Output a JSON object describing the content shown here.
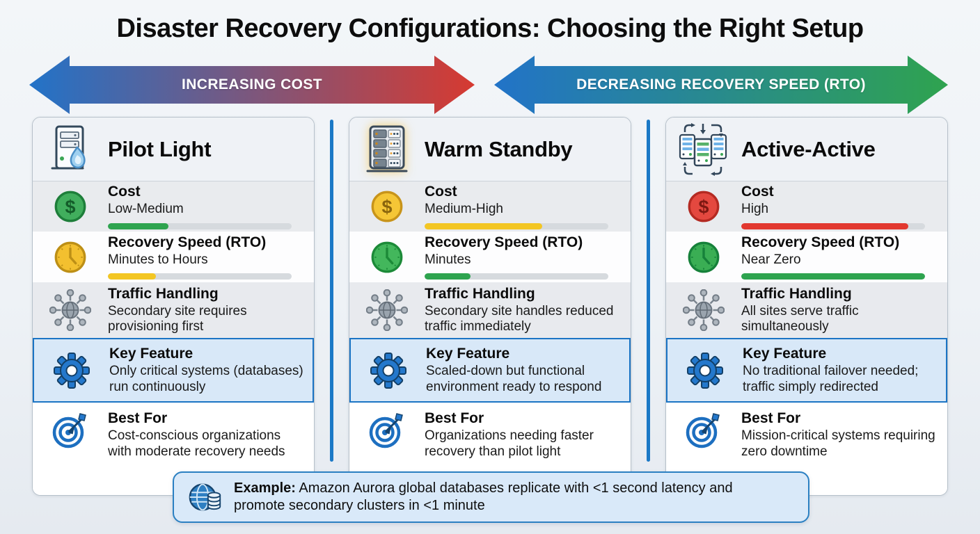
{
  "title": "Disaster Recovery Configurations: Choosing the Right Setup",
  "arrows": {
    "cost": {
      "label": "INCREASING COST",
      "color_start": "#2273c8",
      "color_end": "#d63a31"
    },
    "speed": {
      "label": "DECREASING RECOVERY SPEED (RTO)",
      "color_start": "#2273c8",
      "color_end": "#2fa34f"
    }
  },
  "columns": [
    {
      "title": "Pilot Light",
      "icon": "server-tower-flame-icon",
      "cost": {
        "label": "Cost",
        "value": "Low-Medium",
        "bar_percent": 33,
        "bar_color": "#2ea44f",
        "icon_fill": "#41ae5d",
        "icon_stroke": "#1e7e3a",
        "icon_symbol": "#135c29"
      },
      "recovery": {
        "label": "Recovery Speed (RTO)",
        "value": "Minutes to Hours",
        "bar_percent": 26,
        "bar_color": "#f3c623",
        "icon_fill": "#f3c02f",
        "icon_stroke": "#bd8f16"
      },
      "traffic": {
        "label": "Traffic Handling",
        "value": "Secondary site requires provisioning first"
      },
      "key_feature": {
        "label": "Key Feature",
        "value": "Only critical systems (databases) run continuously"
      },
      "best_for": {
        "label": "Best For",
        "value": "Cost-conscious organizations with moderate recovery needs"
      }
    },
    {
      "title": "Warm Standby",
      "icon": "server-rack-icon",
      "cost": {
        "label": "Cost",
        "value": "Medium-High",
        "bar_percent": 64,
        "bar_color": "#f3c623",
        "icon_fill": "#f5c636",
        "icon_stroke": "#c8941a",
        "icon_symbol": "#8a650d"
      },
      "recovery": {
        "label": "Recovery Speed (RTO)",
        "value": "Minutes",
        "bar_percent": 25,
        "bar_color": "#2ea44f",
        "icon_fill": "#43b75c",
        "icon_stroke": "#1c8a38"
      },
      "traffic": {
        "label": "Traffic Handling",
        "value": "Secondary site handles reduced traffic immediately"
      },
      "key_feature": {
        "label": "Key Feature",
        "value": "Scaled-down but functional environment ready to respond"
      },
      "best_for": {
        "label": "Best For",
        "value": "Organizations needing faster recovery than pilot light"
      }
    },
    {
      "title": "Active-Active",
      "icon": "multi-server-sync-icon",
      "cost": {
        "label": "Cost",
        "value": "High",
        "bar_percent": 91,
        "bar_color": "#e2382f",
        "icon_fill": "#e4483f",
        "icon_stroke": "#b42a22",
        "icon_symbol": "#7e1812"
      },
      "recovery": {
        "label": "Recovery Speed (RTO)",
        "value": "Near Zero",
        "bar_percent": 100,
        "bar_color": "#2ea44f",
        "icon_fill": "#3aae54",
        "icon_stroke": "#16813a"
      },
      "traffic": {
        "label": "Traffic Handling",
        "value": "All sites serve traffic simultaneously"
      },
      "key_feature": {
        "label": "Key Feature",
        "value": "No traditional failover needed; traffic simply redirected"
      },
      "best_for": {
        "label": "Best For",
        "value": "Mission-critical systems requiring zero downtime"
      }
    }
  ],
  "example": {
    "label": "Example:",
    "text": " Amazon Aurora global databases replicate with <1 second latency and promote secondary clusters in <1 minute"
  },
  "icons": {
    "cost": "dollar-coin-icon",
    "recovery": "clock-icon",
    "traffic": "network-hub-icon",
    "key_feature": "gear-icon",
    "best_for": "target-icon",
    "example": "globe-database-icon"
  },
  "colors": {
    "divider_blue": "#1b79c6",
    "key_feature_highlight_bg": "#d8e8f8",
    "key_feature_highlight_border": "#1b74c4",
    "example_bg": "#d9e9f9",
    "example_border": "#2b80c2",
    "bar_track": "#d6dade"
  }
}
